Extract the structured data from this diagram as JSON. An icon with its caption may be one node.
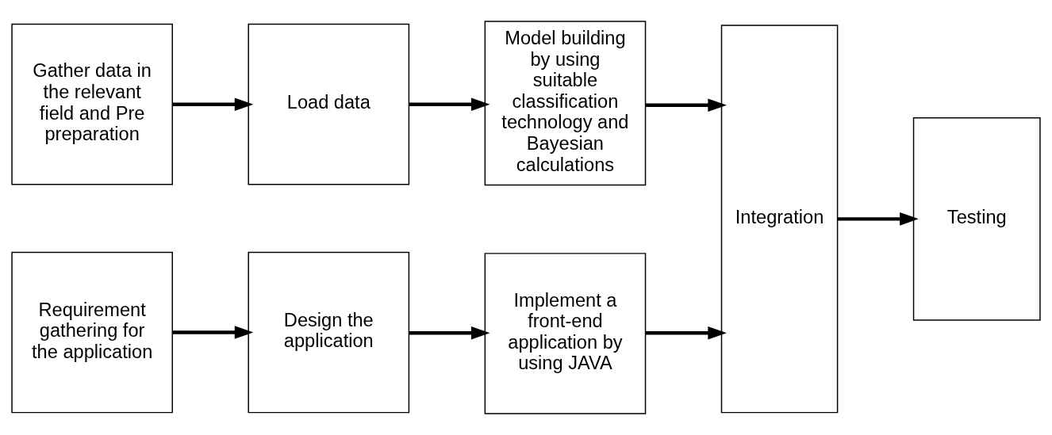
{
  "diagram": {
    "nodes": [
      {
        "text": [
          "Gather data in the relevant field and Pre preparation"
        ]
      },
      {
        "text": [
          "Load data"
        ]
      },
      {
        "text": [
          "Model building by using suitable classification technology and Bayesian calculations"
        ]
      },
      {
        "text": [
          "Integration"
        ]
      },
      {
        "text": [
          "Testing"
        ]
      },
      {
        "text": [
          "Requirement gathering for the application"
        ]
      },
      {
        "text": [
          "Design the application"
        ]
      },
      {
        "text": [
          "Implement a front-end application by using JAVA"
        ]
      }
    ],
    "edges": [
      {
        "from": 0,
        "to": 1,
        "arrow": "to"
      },
      {
        "from": 1,
        "to": 2,
        "arrow": "to"
      },
      {
        "from": 2,
        "to": 3,
        "arrow": "to"
      },
      {
        "from": 3,
        "to": 4,
        "arrow": "to"
      },
      {
        "from": 5,
        "to": 6,
        "arrow": "to"
      },
      {
        "from": 6,
        "to": 7,
        "arrow": "to"
      },
      {
        "from": 7,
        "to": 3,
        "arrow": "to"
      }
    ]
  }
}
